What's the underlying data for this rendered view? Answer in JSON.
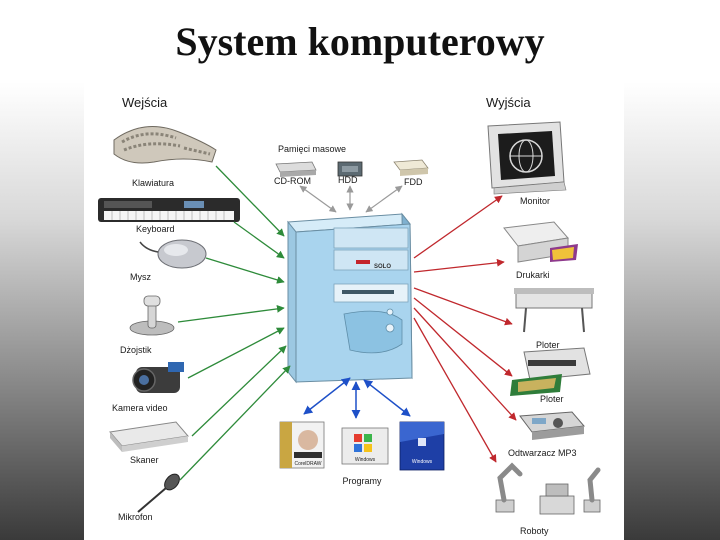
{
  "title": "System komputerowy",
  "inputs": {
    "header": "Wejścia",
    "items": [
      "Klawiatura",
      "Keyboard",
      "Mysz",
      "Dżojstik",
      "Kamera video",
      "Skaner",
      "Mikrofon"
    ]
  },
  "outputs": {
    "header": "Wyjścia",
    "items": [
      "Monitor",
      "Drukarki",
      "Ploter",
      "Ploter",
      "Odtwarzacz MP3",
      "Roboty"
    ]
  },
  "storage": {
    "header": "Pamięci masowe",
    "items": [
      "CD-ROM",
      "HDD",
      "FDD"
    ]
  },
  "software": {
    "label": "Programy",
    "box_labels": [
      "CorelDRAW",
      "Windows",
      "Windows"
    ]
  },
  "case_brand": "SOLO",
  "colors": {
    "input_arrow": "#2e8b3a",
    "output_arrow": "#c0282d",
    "bidir_arrow": "#1e50c8",
    "storage_arrow": "#9a9a9a",
    "case_blue": "#a9d4ee"
  }
}
